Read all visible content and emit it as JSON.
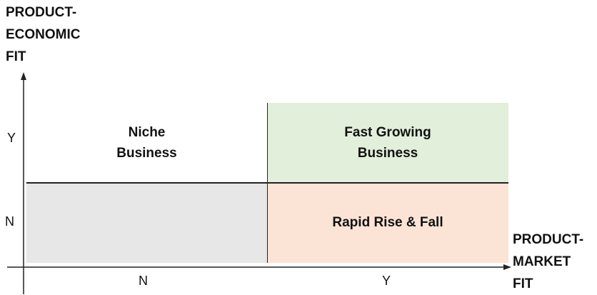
{
  "y_axis": {
    "title": "PRODUCT-\nECONOMIC\nFIT",
    "ticks": {
      "high": "Y",
      "low": "N"
    }
  },
  "x_axis": {
    "title": "PRODUCT-\nMARKET\nFIT",
    "ticks": {
      "low": "N",
      "high": "Y"
    }
  },
  "quadrants": {
    "top_left": {
      "label": "Niche\nBusiness",
      "color": "#ffffff"
    },
    "top_right": {
      "label": "Fast Growing\nBusiness",
      "color": "#e2efda"
    },
    "bottom_left": {
      "label": "",
      "color": "#e7e7e7"
    },
    "bottom_right": {
      "label": "Rapid Rise & Fall",
      "color": "#fbe4d5"
    }
  }
}
